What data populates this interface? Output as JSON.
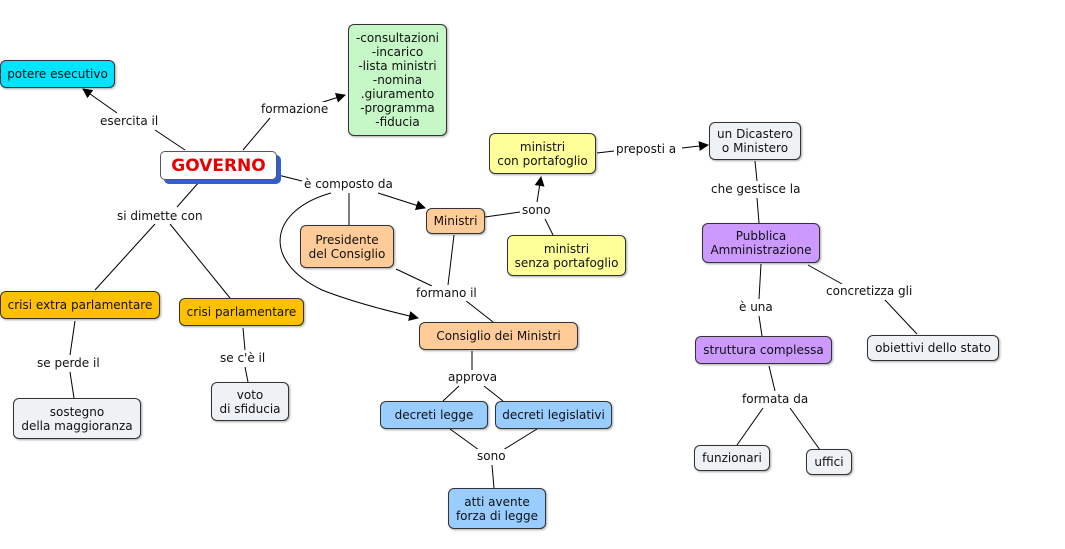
{
  "nodes": {
    "potere_esecutivo": "potere esecutivo",
    "formazione_steps": "-consultazioni\n-incarico\n-lista ministri\n-nomina\n.giuramento\n-programma\n-fiducia",
    "governo": "GOVERNO",
    "ministri_con_portafoglio": "ministri\ncon portafoglio",
    "dicastero": "un Dicastero\no Ministero",
    "ministri": "Ministri",
    "presidente": "Presidente\ndel Consiglio",
    "ministri_senza_portafoglio": "ministri\nsenza portafoglio",
    "pubblica_amministrazione": "Pubblica\nAmministrazione",
    "crisi_extra": "crisi extra parlamentare",
    "crisi_parlamentare": "crisi parlamentare",
    "consiglio": "Consiglio dei Ministri",
    "struttura": "struttura complessa",
    "obiettivi": "obiettivi dello stato",
    "voto": "voto\ndi sfiducia",
    "sostegno": "sostegno\ndella maggioranza",
    "decreti_legge": "decreti legge",
    "decreti_legislativi": "decreti legislativi",
    "funzionari": "funzionari",
    "uffici": "uffici",
    "atti": "atti avente\nforza di legge"
  },
  "links": {
    "esercita_il": "esercita il",
    "formazione": "formazione",
    "composto_da": "è composto da",
    "si_dimette_con": "si dimette con",
    "preposti_a": "preposti a",
    "che_gestisce_la": "che gestisce la",
    "sono_ministri": "sono",
    "formano_il": "formano il",
    "se_perde_il": "se perde il",
    "se_ce_il": "se c'è il",
    "approva": "approva",
    "sono_decreti": "sono",
    "e_una": "è una",
    "concretizza_gli": "concretizza gli",
    "formata_da": "formata da"
  },
  "colors": {
    "cyan": "#00e5ff",
    "green": "#c6f7c6",
    "yellow": "#ffff99",
    "peach": "#ffcc99",
    "orange": "#ffc000",
    "blue": "#99ccff",
    "purple": "#cc99ff",
    "grey": "#eef2f5",
    "root_text": "#e80000",
    "root_shadow": "#2f5fd0"
  }
}
